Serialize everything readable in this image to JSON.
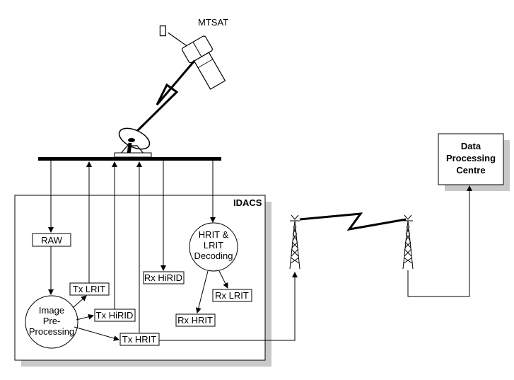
{
  "satellite": {
    "label": "MTSAT"
  },
  "idacs": {
    "title": "IDACS"
  },
  "data_processing_centre": {
    "lines": [
      "Data",
      "Processing",
      "Centre"
    ]
  },
  "nodes": {
    "raw": "RAW",
    "tx_lrit": "Tx LRIT",
    "tx_hirid": "Tx HiRID",
    "tx_hrit": "Tx HRIT",
    "rx_hirid": "Rx HiRID",
    "rx_lrit": "Rx LRIT",
    "rx_hrit": "Rx HRIT"
  },
  "image_preprocessing": {
    "lines": [
      "Image",
      "Pre-",
      "Processing"
    ]
  },
  "hrit_lrit_decoding": {
    "lines": [
      "HRIT &",
      "LRIT",
      "Decoding"
    ]
  }
}
